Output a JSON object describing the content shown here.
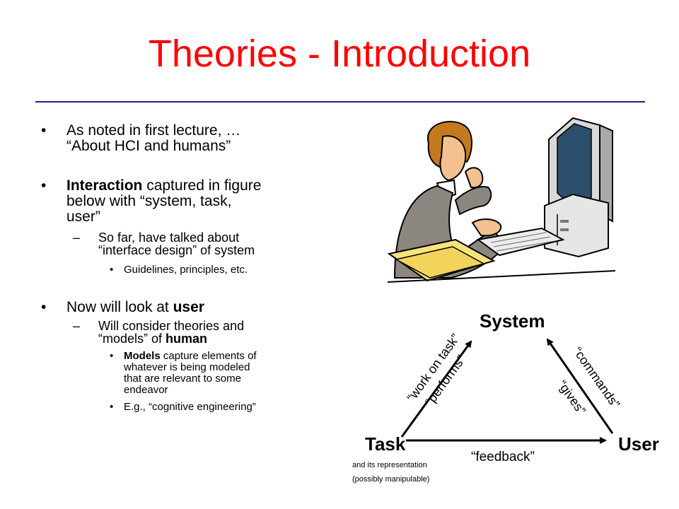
{
  "slide": {
    "title": "Theories - Introduction",
    "bullets": {
      "b1_line1": "As noted in first lecture, …",
      "b1_line2": "“About HCI and humans”",
      "b2_line1_bold": "Interaction",
      "b2_line1_rest": " captured in figure",
      "b2_line2": "below with “system, task,",
      "b2_line3": "user”",
      "b2_sub_line1": "So far, have talked about",
      "b2_sub_line2": "“interface design” of system",
      "b2_subsub": "Guidelines, principles, etc.",
      "b3_line1_pre": "Now will look at ",
      "b3_line1_bold": "user",
      "b3_sub_line1": "Will consider theories and",
      "b3_sub_line2_pre": "“models” of ",
      "b3_sub_line2_bold": "human",
      "b3_subsub1_line1_bold": "Models",
      "b3_subsub1_line1_rest": " capture elements of",
      "b3_subsub1_line2": "whatever is being modeled",
      "b3_subsub1_line3": "that are relevant to some",
      "b3_subsub1_line4": "endeavor",
      "b3_subsub2": "E.g., “cognitive engineering”"
    }
  },
  "diagram": {
    "system": "System",
    "task": "Task",
    "user": "User",
    "task_note_line1": "and its representation",
    "task_note_line2": "(possibly manipulable)",
    "work_on_task": "“work on task”",
    "performs": "“performs”",
    "commands": "“commands”",
    "gives": "“gives”",
    "feedback": "“feedback”"
  },
  "colors": {
    "title": "#ff0000",
    "rule": "#1f1f8a",
    "text": "#000000"
  }
}
